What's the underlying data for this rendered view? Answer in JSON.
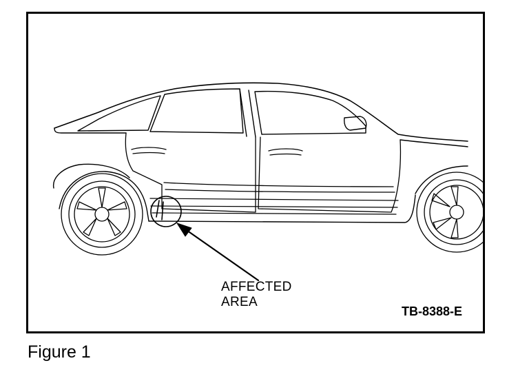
{
  "figure": {
    "callout_line1": "AFFECTED",
    "callout_line2": "AREA",
    "code": "TB-8388-E",
    "caption": "Figure 1"
  },
  "colors": {
    "ink": "#000000",
    "paper": "#ffffff"
  },
  "icons": [
    "car-side-illustration",
    "affected-area-circle",
    "pointer-arrow"
  ]
}
